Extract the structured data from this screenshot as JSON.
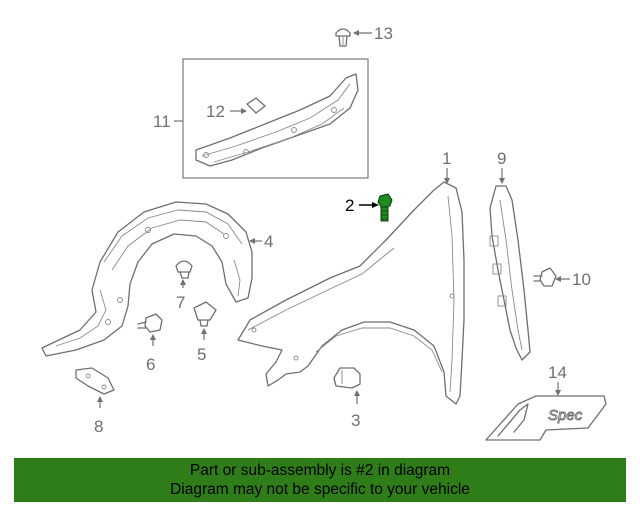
{
  "callouts": [
    {
      "id": "1",
      "label": "1"
    },
    {
      "id": "2",
      "label": "2"
    },
    {
      "id": "3",
      "label": "3"
    },
    {
      "id": "4",
      "label": "4"
    },
    {
      "id": "5",
      "label": "5"
    },
    {
      "id": "6",
      "label": "6"
    },
    {
      "id": "7",
      "label": "7"
    },
    {
      "id": "8",
      "label": "8"
    },
    {
      "id": "9",
      "label": "9"
    },
    {
      "id": "10",
      "label": "10"
    },
    {
      "id": "11",
      "label": "11"
    },
    {
      "id": "12",
      "label": "12"
    },
    {
      "id": "13",
      "label": "13"
    },
    {
      "id": "14",
      "label": "14"
    }
  ],
  "emblem_text": "Spec",
  "highlighted_part": "2",
  "colors": {
    "banner_bg": "#2e7d18",
    "highlight_part": "#1f8a1f",
    "line": "#6f6f6f"
  },
  "banner": {
    "line1": "Part or sub-assembly is #2 in diagram",
    "line2": "Diagram may not be specific to your vehicle"
  }
}
